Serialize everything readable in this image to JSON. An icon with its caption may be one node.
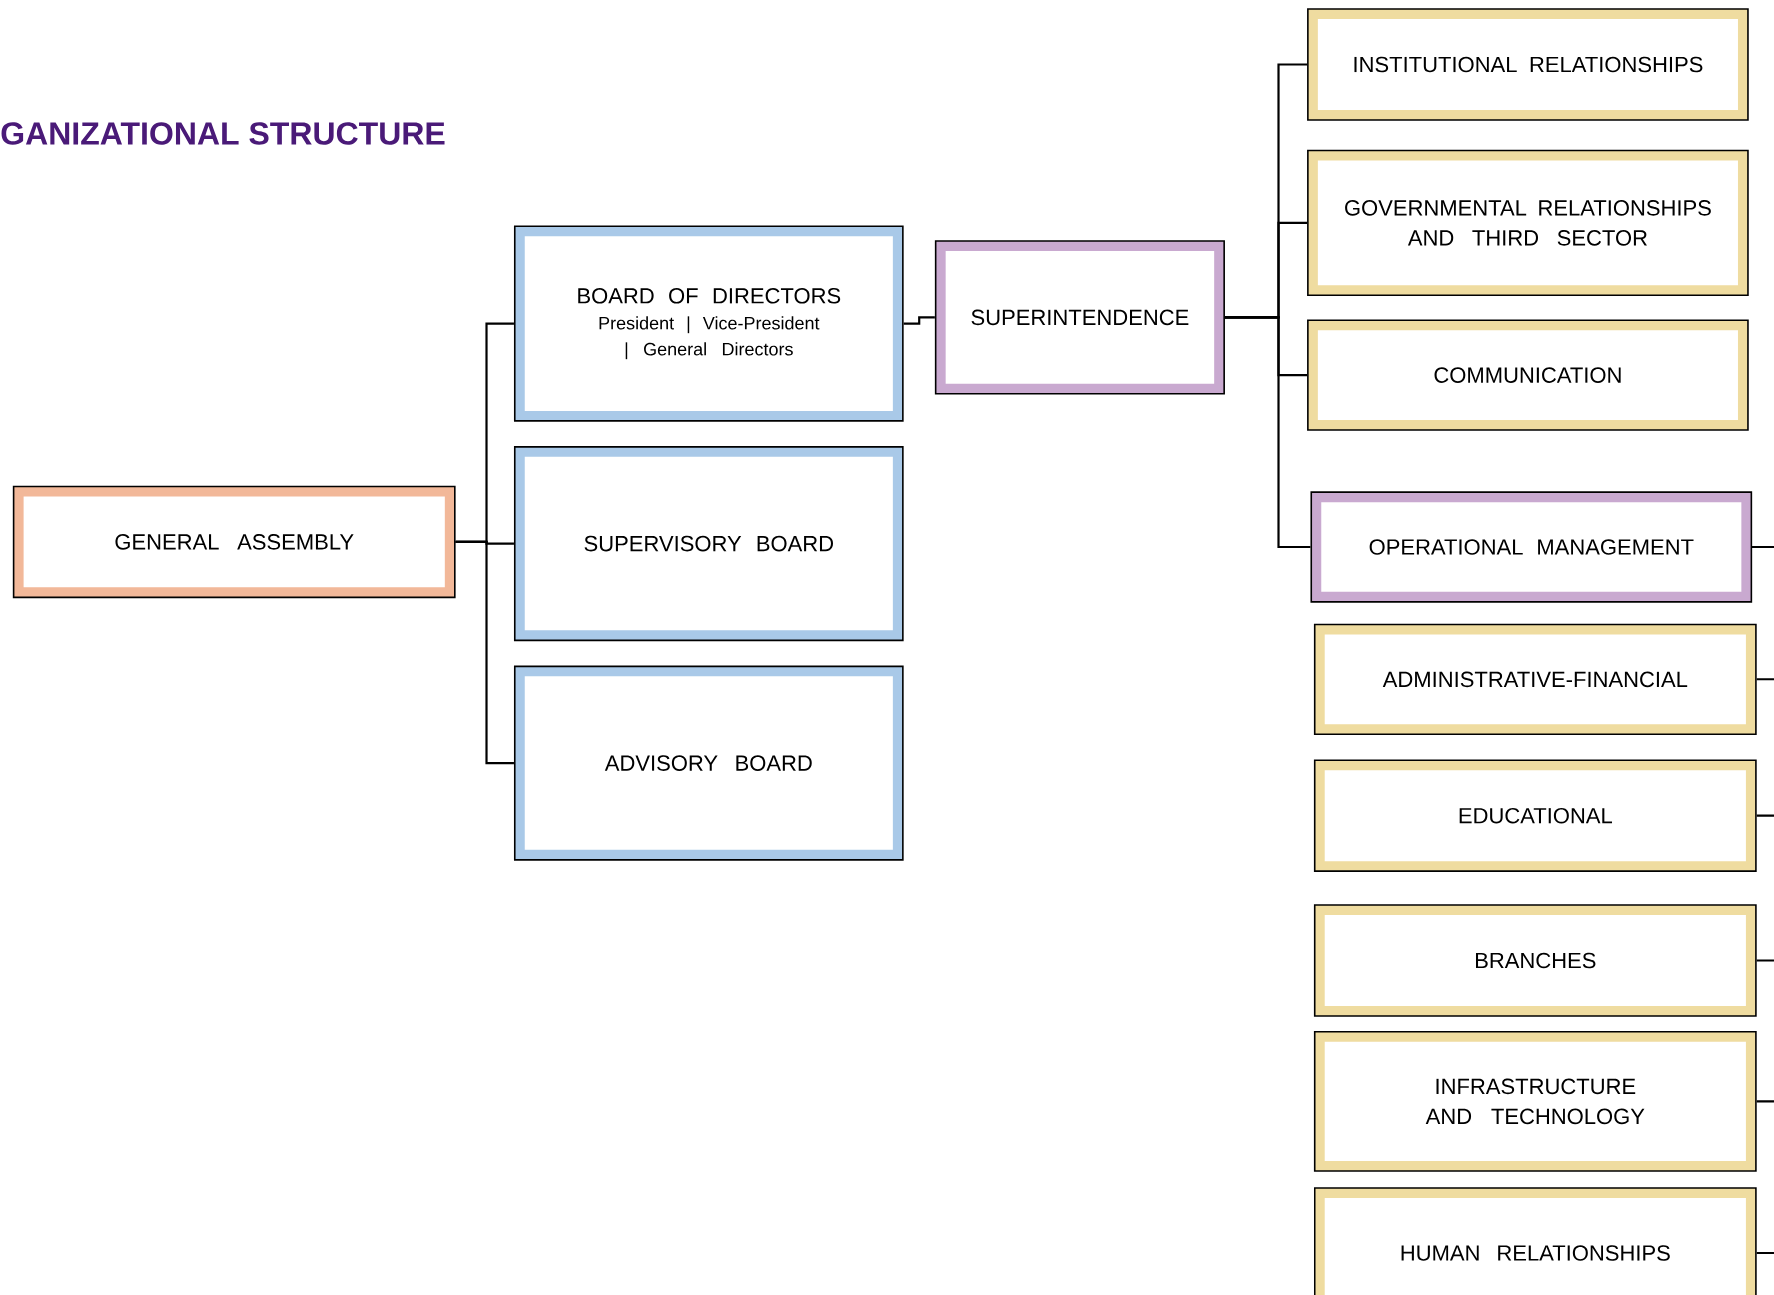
{
  "diagram": {
    "title": "GANIZATIONAL STRUCTURE",
    "nodes": [
      {
        "text": [
          "GENERAL ASSEMBLY"
        ]
      },
      {
        "text": [
          "BOARD OF DIRECTORS",
          "President | Vice-President | General Directors"
        ]
      },
      {
        "text": [
          "SUPERVISORY BOARD"
        ]
      },
      {
        "text": [
          "ADVISORY BOARD"
        ]
      },
      {
        "text": [
          "SUPERINTENDENCE"
        ]
      },
      {
        "text": [
          "INSTITUTIONAL RELATIONSHIPS"
        ]
      },
      {
        "text": [
          "GOVERNMENTAL RELATIONSHIPS AND THIRD SECTOR"
        ]
      },
      {
        "text": [
          "COMMUNICATION"
        ]
      },
      {
        "text": [
          "OPERATIONAL MANAGEMENT"
        ]
      },
      {
        "text": [
          "ADMINISTRATIVE-FINANCIAL"
        ]
      },
      {
        "text": [
          "EDUCATIONAL"
        ]
      },
      {
        "text": [
          "BRANCHES"
        ]
      },
      {
        "text": [
          "INFRASTRUCTURE AND TECHNOLOGY"
        ]
      },
      {
        "text": [
          "HUMAN RELATIONSHIPS"
        ]
      }
    ],
    "edges": [
      {
        "from": 0,
        "to": 1,
        "arrow": "none"
      },
      {
        "from": 0,
        "to": 2,
        "arrow": "none"
      },
      {
        "from": 0,
        "to": 3,
        "arrow": "none"
      },
      {
        "from": 1,
        "to": 4,
        "arrow": "none"
      },
      {
        "from": 4,
        "to": 5,
        "arrow": "none"
      },
      {
        "from": 4,
        "to": 6,
        "arrow": "none"
      },
      {
        "from": 4,
        "to": 7,
        "arrow": "none"
      },
      {
        "from": 4,
        "to": 8,
        "arrow": "none"
      },
      {
        "from": 8,
        "to": 9,
        "arrow": "none"
      },
      {
        "from": 8,
        "to": 10,
        "arrow": "none"
      },
      {
        "from": 8,
        "to": 11,
        "arrow": "none"
      },
      {
        "from": 8,
        "to": 12,
        "arrow": "none"
      },
      {
        "from": 8,
        "to": 13,
        "arrow": "none"
      }
    ]
  }
}
